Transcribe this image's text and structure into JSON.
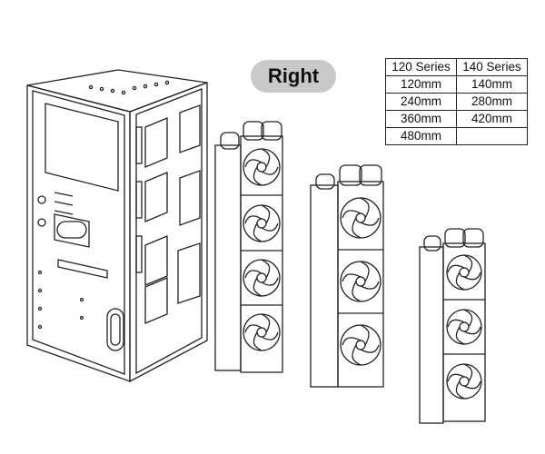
{
  "badge": {
    "label": "Right"
  },
  "support_table": {
    "columns": [
      "120 Series",
      "140 Series"
    ],
    "rows": [
      [
        "120mm",
        "140mm"
      ],
      [
        "240mm",
        "280mm"
      ],
      [
        "360mm",
        "420mm"
      ],
      [
        "480mm",
        ""
      ]
    ]
  },
  "colors": {
    "badge_bg": "#c9c9c9",
    "line": "#222222"
  },
  "icons": [
    "pc-case-chassis",
    "radiator-480mm-4-fan",
    "radiator-420mm-3-fan",
    "radiator-360mm-3-fan"
  ]
}
